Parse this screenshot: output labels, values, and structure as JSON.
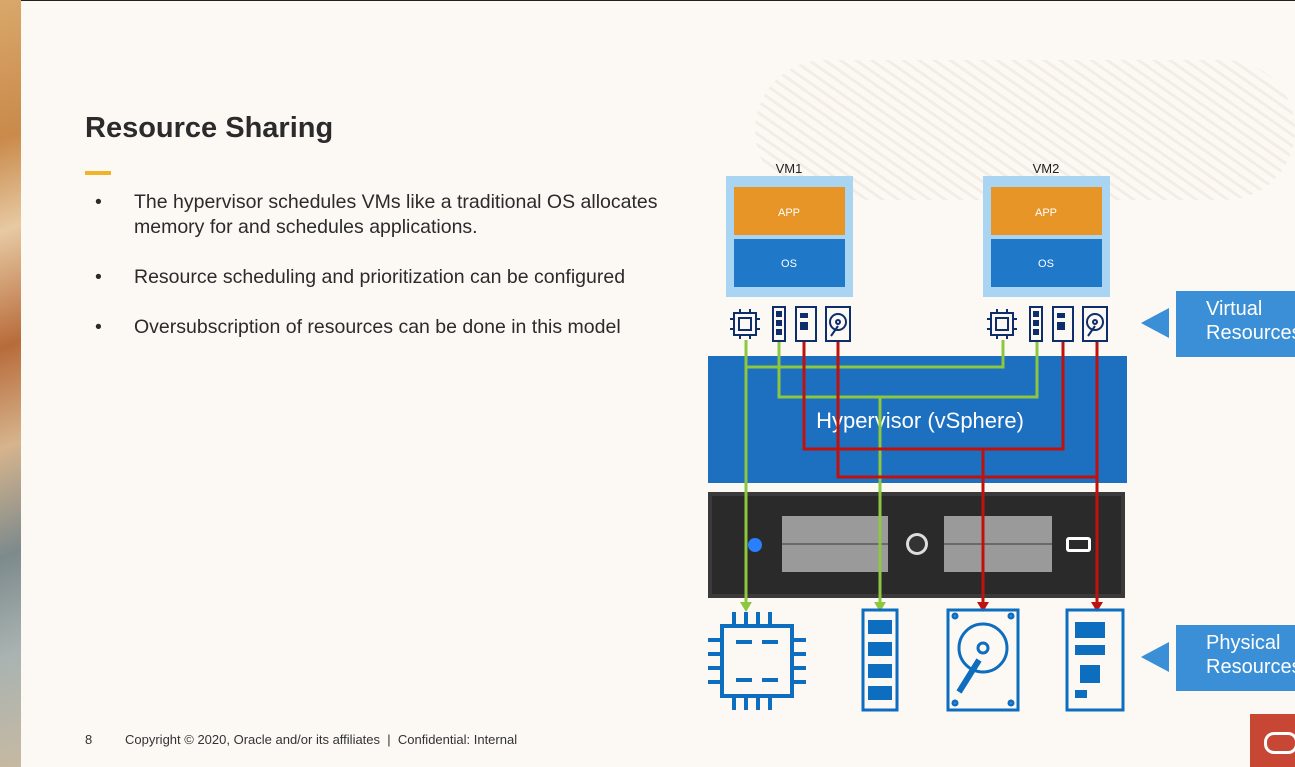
{
  "slide": {
    "title": "Resource Sharing",
    "bullets": [
      "The hypervisor schedules VMs like a traditional OS allocates memory for and schedules applications.",
      "Resource scheduling and prioritization can be configured",
      "Oversubscription of resources can be done in this model"
    ],
    "bullet_char": "•",
    "page_number": "8",
    "footer": "Copyright © 2020, Oracle and/or its affiliates  |  Confidential: Internal"
  },
  "diagram": {
    "vm1_label": "VM1",
    "vm2_label": "VM2",
    "app_label": "APP",
    "os_label": "OS",
    "hypervisor_label": "Hypervisor (vSphere)",
    "virtual_resources_label": "Virtual Resources",
    "physical_resources_label": "Physical Resources",
    "virtual_icons": [
      "cpu-icon",
      "memory-icon",
      "nic-icon",
      "disk-icon"
    ],
    "physical_icons": [
      "cpu-icon",
      "memory-icon",
      "disk-icon",
      "nic-icon"
    ]
  },
  "colors": {
    "accent_bar": "#f0b429",
    "vm_frame": "#a9d4f2",
    "app": "#e89528",
    "os": "#1f78c8",
    "hypervisor": "#1d6fbf",
    "icon_blue": "#0d6dbf",
    "green_line": "#8dc63f",
    "red_line": "#c0120c",
    "label_blue": "#3a8fd6",
    "oracle_red": "#c74634"
  }
}
